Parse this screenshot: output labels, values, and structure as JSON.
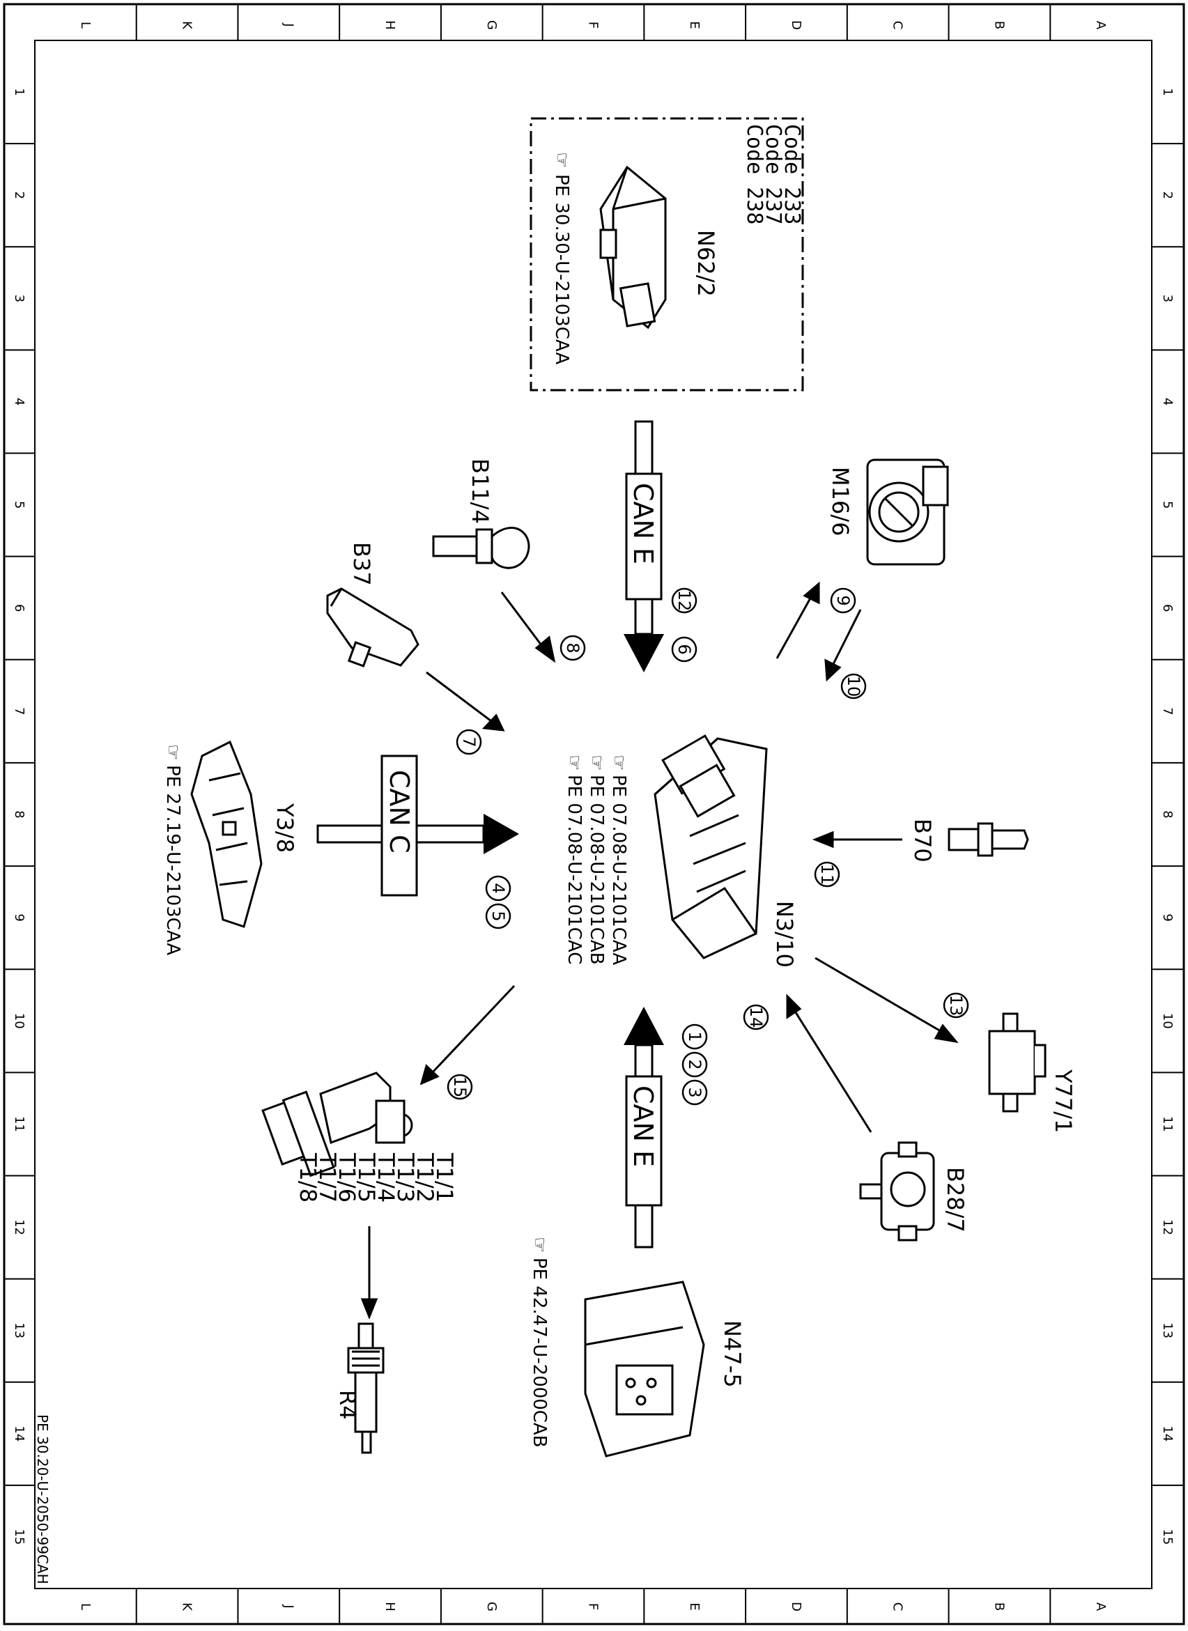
{
  "grid": {
    "columns": [
      "L",
      "K",
      "J",
      "H",
      "G",
      "F",
      "E",
      "D",
      "C",
      "B",
      "A"
    ],
    "rows": [
      "1",
      "2",
      "3",
      "4",
      "5",
      "6",
      "7",
      "8",
      "9",
      "10",
      "11",
      "12",
      "13",
      "14",
      "15"
    ]
  },
  "document_id": "PE 30.20-U-2050-99CAH",
  "components": {
    "n62_2": {
      "label": "N62/2",
      "ref": "PE 30.30-U-2103CAA",
      "codes": [
        "Code 233",
        "Code 237",
        "Code 238"
      ]
    },
    "m16_6": {
      "label": "M16/6"
    },
    "b11_4": {
      "label": "B11/4"
    },
    "b37": {
      "label": "B37"
    },
    "y3_8": {
      "label": "Y3/8",
      "ref": "PE 27.19-U-2103CAA"
    },
    "n3_10": {
      "label": "N3/10",
      "refs": [
        "PE 07.08-U-2101CAA",
        "PE 07.08-U-2101CAB",
        "PE 07.08-U-2101CAC"
      ]
    },
    "b70": {
      "label": "B70"
    },
    "y77_1": {
      "label": "Y77/1"
    },
    "b28_7": {
      "label": "B28/7"
    },
    "n47_5": {
      "label": "N47-5",
      "ref": "PE 42.47-U-2000CAB"
    },
    "t1": {
      "labels": [
        "T1/1",
        "T1/2",
        "T1/3",
        "T1/4",
        "T1/5",
        "T1/6",
        "T1/7",
        "T1/8"
      ]
    },
    "r4": {
      "label": "R4"
    }
  },
  "buses": {
    "can_e_top": "CAN E",
    "can_c": "CAN C",
    "can_e_bottom": "CAN E"
  },
  "signals": [
    "1",
    "2",
    "3",
    "4",
    "5",
    "6",
    "7",
    "8",
    "9",
    "10",
    "11",
    "12",
    "13",
    "14",
    "15"
  ],
  "icon_glyph": "☞"
}
